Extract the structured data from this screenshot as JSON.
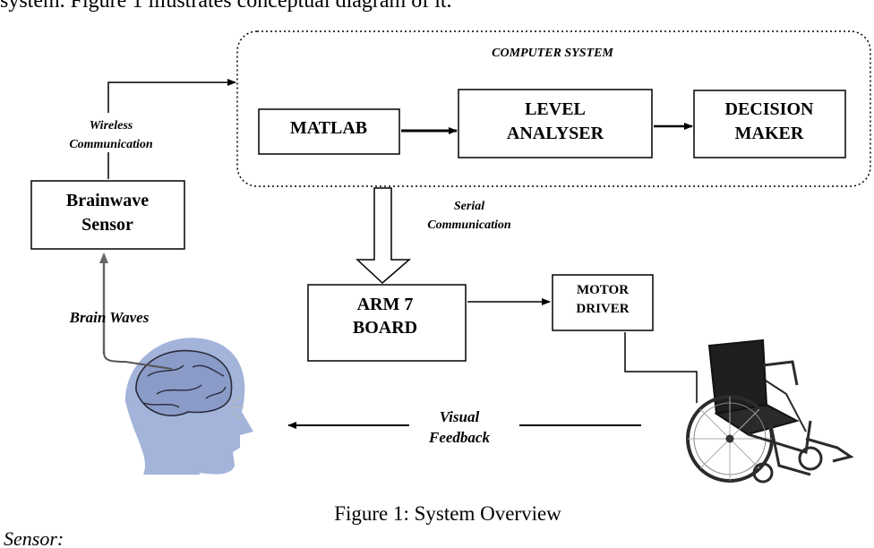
{
  "page_text": {
    "top_fragment": "system. Figure 1 illustrates conceptual diagram of it.",
    "bottom_fragment": "Sensor:"
  },
  "caption": "Figure 1: System Overview",
  "computer_system": {
    "label": "COMPUTER SYSTEM",
    "matlab": "MATLAB",
    "level_analyser": [
      "LEVEL",
      "ANALYSER"
    ],
    "decision_maker": [
      "DECISION",
      "MAKER"
    ]
  },
  "sensor": [
    "Brainwave",
    "Sensor"
  ],
  "arm_board": [
    "ARM 7",
    "BOARD"
  ],
  "motor_driver": [
    "MOTOR",
    "DRIVER"
  ],
  "labels": {
    "wireless": [
      "Wireless",
      "Communication"
    ],
    "serial": [
      "Serial",
      "Communication"
    ],
    "brain_waves": "Brain Waves",
    "visual_feedback": [
      "Visual",
      "Feedback"
    ]
  },
  "colors": {
    "head": "#a3b3da",
    "brain": "#8a9bc8",
    "wheelchair": "#2b2b2b",
    "arrow_gray": "#666666"
  }
}
